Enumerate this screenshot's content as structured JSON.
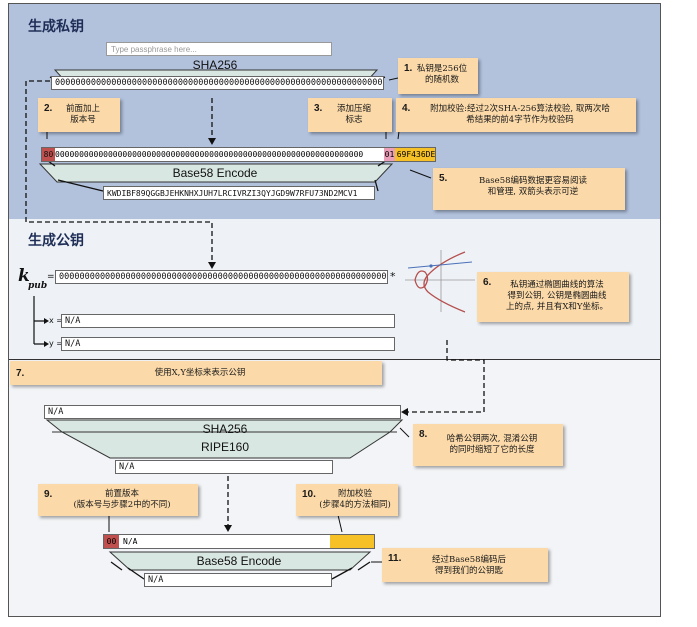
{
  "private_key": {
    "title": "生成私钥",
    "passphrase_placeholder": "Type passphrase here...",
    "hash_label": "SHA256",
    "random_hex": "0000000000000000000000000000000000000000000000000000000000000000",
    "version_prefix": "80",
    "extended_hex": "0000000000000000000000000000000000000000000000000000000000000000",
    "compress_flag": "01",
    "checksum": "69F436DE",
    "encode_label": "Base58 Encode",
    "wif": "KWDIBF89QGGBJEHKNHXJUH7LRCIVRZI3QYJGD9W7RFU73ND2MCV1"
  },
  "public_key": {
    "title": "生成公钥",
    "k_symbol": "k",
    "k_subscript": "pub",
    "equals": "=",
    "times": "*",
    "hex": "0000000000000000000000000000000000000000000000000000000000000000",
    "x_label": "x =",
    "x_value": "N/A",
    "y_label": "y =",
    "y_value": "N/A"
  },
  "address": {
    "input_value": "N/A",
    "hash1_label": "SHA256",
    "hash2_label": "RIPE160",
    "ripe_value": "N/A",
    "version_prefix": "00",
    "versioned_value": "N/A",
    "encode_label": "Base58 Encode",
    "address_value": "N/A"
  },
  "notes": {
    "n1": {
      "num": "1.",
      "text": "私钥是256位\n的随机数"
    },
    "n2": {
      "num": "2.",
      "text": "前面加上\n版本号"
    },
    "n3": {
      "num": "3.",
      "text": "添加压缩\n标志"
    },
    "n4": {
      "num": "4.",
      "text": "附加校验:经过2次SHA-256算法校验, 取两次哈\n希结果的前4字节作为校验码"
    },
    "n5": {
      "num": "5.",
      "text": "Base58编码数据更容易阅读\n和管理, 双箭头表示可逆"
    },
    "n6": {
      "num": "6.",
      "text": "私钥通过椭圆曲线的算法\n得到公钥, 公钥是椭圆曲线\n上的点, 并且有X和Y坐标。"
    },
    "n7": {
      "num": "7.",
      "text": "使用X,Y坐标来表示公钥"
    },
    "n8": {
      "num": "8.",
      "text": "哈希公钥两次, 混淆公钥\n的同时缩短了它的长度"
    },
    "n9": {
      "num": "9.",
      "text": "前置版本\n(版本号与步骤2中的不同)"
    },
    "n10": {
      "num": "10.",
      "text": "附加校验\n(步骤4的方法相同)"
    },
    "n11": {
      "num": "11.",
      "text": "经过Base58编码后\n得到我们的公钥匙"
    }
  },
  "colors": {
    "private_bg": "#b2c2dd",
    "note_bg": "#fbd9a8",
    "version_red": "#c0504d",
    "compress_pink": "#e9a0b8",
    "checksum_gold": "#f5c127",
    "funnel_fill": "#d9e7e2"
  }
}
